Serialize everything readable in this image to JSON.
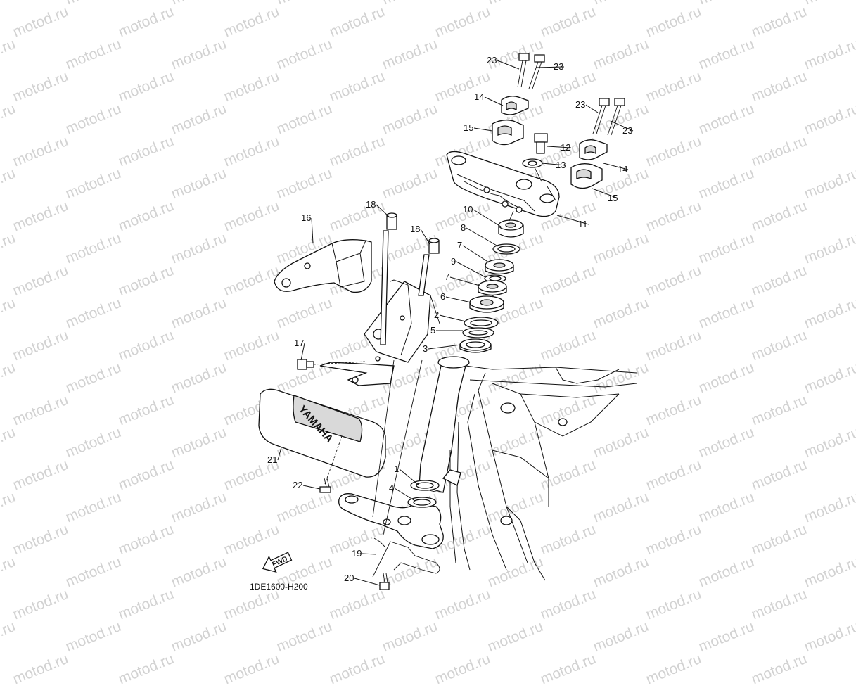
{
  "watermark": {
    "text": "motod.ru"
  },
  "diagram_code": "1DE1600-H200",
  "fwd_label": "FWD",
  "brand_text": "YAMAHA",
  "callouts": [
    {
      "id": "c23a",
      "text": "23"
    },
    {
      "id": "c23b",
      "text": "23"
    },
    {
      "id": "c14a",
      "text": "14"
    },
    {
      "id": "c15a",
      "text": "15"
    },
    {
      "id": "c12",
      "text": "12"
    },
    {
      "id": "c13",
      "text": "13"
    },
    {
      "id": "c23c",
      "text": "23"
    },
    {
      "id": "c23d",
      "text": "23"
    },
    {
      "id": "c14b",
      "text": "14"
    },
    {
      "id": "c15b",
      "text": "15"
    },
    {
      "id": "c11",
      "text": "11"
    },
    {
      "id": "c10",
      "text": "10"
    },
    {
      "id": "c8",
      "text": "8"
    },
    {
      "id": "c7a",
      "text": "7"
    },
    {
      "id": "c9",
      "text": "9"
    },
    {
      "id": "c7b",
      "text": "7"
    },
    {
      "id": "c6",
      "text": "6"
    },
    {
      "id": "c2",
      "text": "2"
    },
    {
      "id": "c5",
      "text": "5"
    },
    {
      "id": "c3",
      "text": "3"
    },
    {
      "id": "c16",
      "text": "16"
    },
    {
      "id": "c18a",
      "text": "18"
    },
    {
      "id": "c18b",
      "text": "18"
    },
    {
      "id": "c17",
      "text": "17"
    },
    {
      "id": "c21",
      "text": "21"
    },
    {
      "id": "c22",
      "text": "22"
    },
    {
      "id": "c1",
      "text": "1"
    },
    {
      "id": "c4",
      "text": "4"
    },
    {
      "id": "c19",
      "text": "19"
    },
    {
      "id": "c20",
      "text": "20"
    }
  ]
}
